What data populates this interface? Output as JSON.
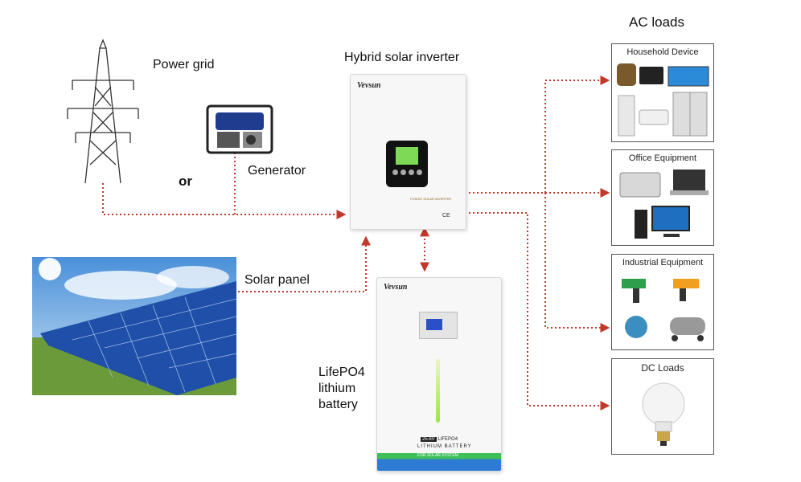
{
  "labels": {
    "power_grid": "Power grid",
    "or": "or",
    "generator": "Generator",
    "inverter": "Hybrid solar inverter",
    "solar_panel": "Solar panel",
    "battery_line1": "LifePO4",
    "battery_line2": "lithium",
    "battery_line3": "battery",
    "ac_loads": "AC loads"
  },
  "panels": {
    "household": "Household Device",
    "office": "Office Equipment",
    "industrial": "Industrial Equipment",
    "dc": "DC Loads"
  },
  "brand": "Vevsun",
  "inverter_text": "HYBRID SOLAR INVERTER",
  "battery_text": {
    "voltage": "25.6V",
    "chem": "LIFEPO4",
    "type": "LITHIUM BATTERY",
    "band": "FOR SOLAR SYSTEM"
  },
  "colors": {
    "connector": "#c0392b",
    "lcd": "#7ed957",
    "battery_band": "#2e7bd6",
    "battery_band_green": "#3fbf5a"
  }
}
